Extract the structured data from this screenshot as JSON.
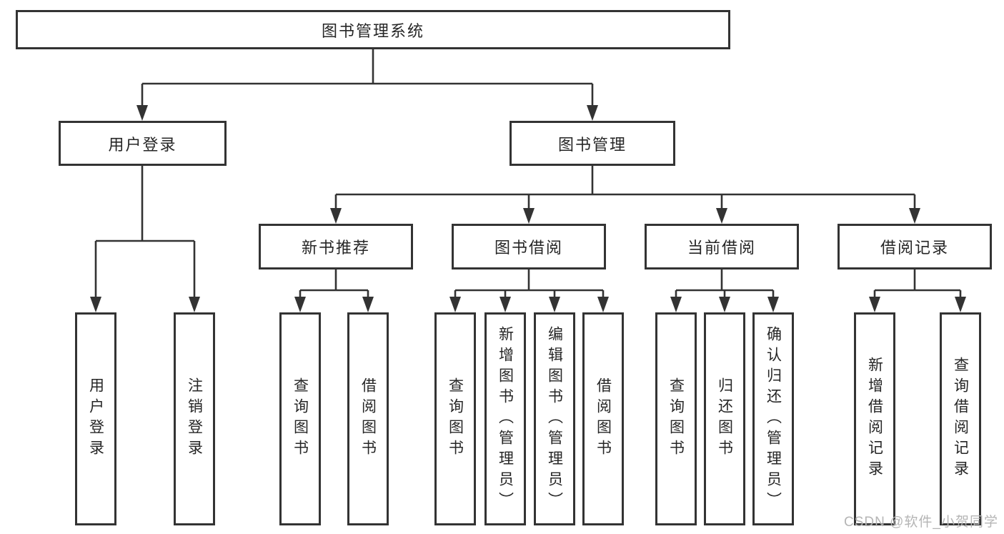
{
  "diagram_title": "图书管理系统",
  "tree": {
    "root": {
      "label": "图书管理系统",
      "children": [
        {
          "label": "用户登录",
          "children": [
            {
              "label": "用户登录"
            },
            {
              "label": "注销登录"
            }
          ]
        },
        {
          "label": "图书管理",
          "children": [
            {
              "label": "新书推荐",
              "children": [
                {
                  "label": "查询图书"
                },
                {
                  "label": "借阅图书"
                }
              ]
            },
            {
              "label": "图书借阅",
              "children": [
                {
                  "label": "查询图书"
                },
                {
                  "label": "新增图书（管理员）"
                },
                {
                  "label": "编辑图书（管理员）"
                },
                {
                  "label": "借阅图书"
                }
              ]
            },
            {
              "label": "当前借阅",
              "children": [
                {
                  "label": "查询图书"
                },
                {
                  "label": "归还图书"
                },
                {
                  "label": "确认归还（管理员）"
                }
              ]
            },
            {
              "label": "借阅记录",
              "children": [
                {
                  "label": "新增借阅记录"
                },
                {
                  "label": "查询借阅记录"
                }
              ]
            }
          ]
        }
      ]
    }
  },
  "watermark": {
    "text": "CSDN @软件_小贺同学"
  },
  "colors": {
    "line": "#333333",
    "box_border": "#333333",
    "box_fill": "#ffffff",
    "text": "#262626",
    "watermark": "#b5b5b5",
    "background": "#ffffff"
  }
}
